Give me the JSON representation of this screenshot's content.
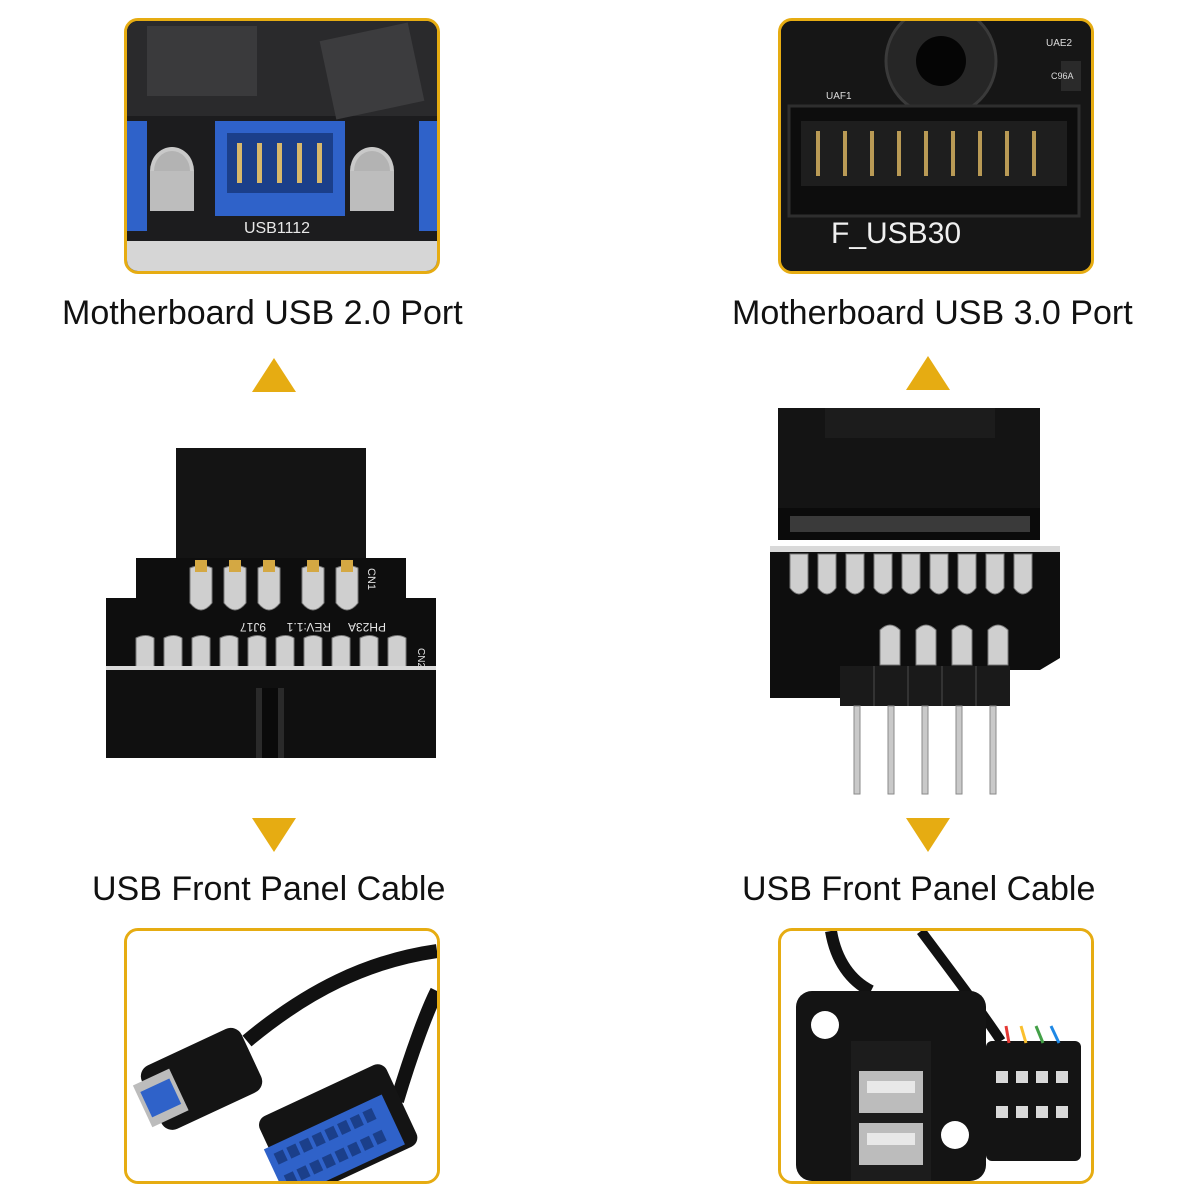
{
  "left": {
    "top_caption": "Motherboard USB 2.0 Port",
    "bottom_caption": "USB Front Panel Cable",
    "top_photo_silkscreen": "USB1112",
    "adapter_silkscreen": [
      "PH23A",
      "REV:1.1",
      "9J17",
      "CN1",
      "CN2"
    ]
  },
  "right": {
    "top_caption": "Motherboard USB 3.0 Port",
    "bottom_caption": "USB Front Panel Cable",
    "top_photo_silkscreen": [
      "F_USB30",
      "UAE2",
      "UAF1",
      "C96A"
    ]
  },
  "colors": {
    "accent": "#e6ac12",
    "board": "#141414",
    "header_blue": "#2f62c9"
  },
  "icons": [
    "arrow-up-icon",
    "arrow-down-icon"
  ]
}
